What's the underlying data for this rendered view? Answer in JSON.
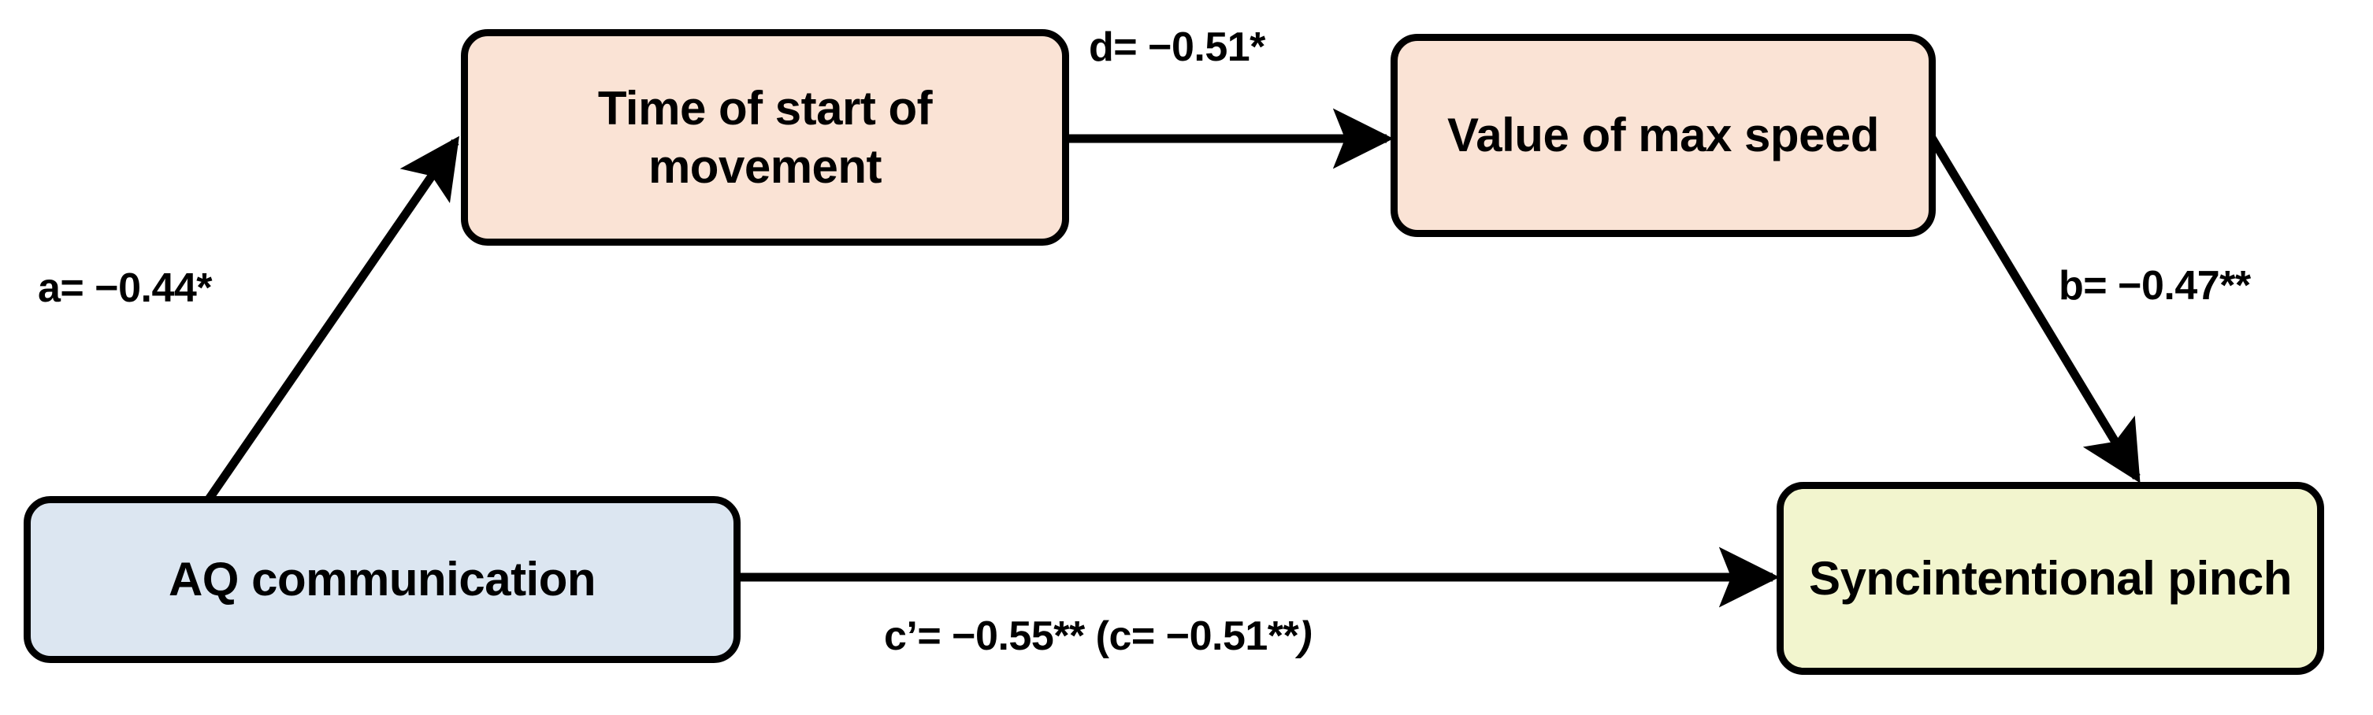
{
  "diagram": {
    "title": "Mediation model of AQ communication on syncintentional pinch",
    "type": "path-mediation-diagram",
    "background_color": "#FFFFFF",
    "nodes": [
      {
        "id": "aq",
        "label": "AQ communication",
        "role": "predictor",
        "fill_color": "#DCE6F1",
        "border_color": "#000000"
      },
      {
        "id": "time_start",
        "label": "Time of start of movement",
        "line1": "Time of start of",
        "line2": "movement",
        "role": "mediator-1",
        "fill_color": "#FAE3D5",
        "border_color": "#000000"
      },
      {
        "id": "value_max",
        "label": "Value of max speed",
        "line1": "Value of max",
        "line2": "speed",
        "role": "mediator-2",
        "fill_color": "#FAE3D5",
        "border_color": "#000000"
      },
      {
        "id": "pinch",
        "label": "Syncintentional pinch",
        "line1": "Syncintentional",
        "line2": "pinch",
        "role": "outcome",
        "fill_color": "#F2F5CE",
        "border_color": "#000000"
      }
    ],
    "edges": [
      {
        "id": "a",
        "from": "aq",
        "to": "time_start",
        "label": "a= −0.44*",
        "coefficient": -0.44,
        "significance": "*"
      },
      {
        "id": "d",
        "from": "time_start",
        "to": "value_max",
        "label": "d= −0.51*",
        "coefficient": -0.51,
        "significance": "*"
      },
      {
        "id": "b",
        "from": "value_max",
        "to": "pinch",
        "label": "b= −0.47**",
        "coefficient": -0.47,
        "significance": "**"
      },
      {
        "id": "c_prime",
        "from": "aq",
        "to": "pinch",
        "label_parts": {
          "direct": "c’= −0.55** (c= −0.51**",
          "closing_paren": ")"
        },
        "label": "c’= −0.55** (c= −0.51**)",
        "direct_effect": -0.55,
        "direct_significance": "**",
        "total_effect": -0.51,
        "total_significance": "**"
      }
    ]
  }
}
